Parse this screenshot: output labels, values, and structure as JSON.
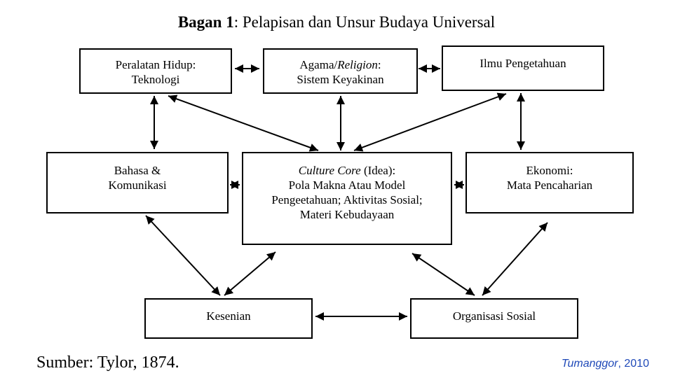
{
  "title": {
    "label": "Bagan 1",
    "separator": ":",
    "text": "Pelapisan dan Unsur Budaya Universal"
  },
  "nodes": {
    "peralatan": {
      "line1": "Peralatan Hidup:",
      "line2": "Teknologi"
    },
    "agama": {
      "line1_a": "Agama/",
      "line1_b": "Religion",
      "line1_c": ":",
      "line2": "Sistem Keyakinan"
    },
    "ilmu": {
      "line1": "Ilmu Pengetahuan"
    },
    "bahasa": {
      "line1": "Bahasa &",
      "line2": "Komunikasi"
    },
    "culture_core": {
      "line1_a": "Culture Core",
      "line1_b": " (Idea):",
      "line2": "Pola Makna Atau Model",
      "line3": "Pengeetahuan; Aktivitas Sosial;",
      "line4": "Materi Kebudayaan"
    },
    "ekonomi": {
      "line1": "Ekonomi:",
      "line2": "Mata Pencaharian"
    },
    "kesenian": {
      "line1": "Kesenian"
    },
    "organisasi": {
      "line1": "Organisasi Sosial"
    }
  },
  "source": "Sumber: Tylor, 1874.",
  "credit": {
    "author": "Tumanggor",
    "year": ", 2010"
  },
  "connections": [
    {
      "from": "peralatan",
      "to": "agama"
    },
    {
      "from": "agama",
      "to": "ilmu"
    },
    {
      "from": "peralatan",
      "to": "bahasa"
    },
    {
      "from": "ilmu",
      "to": "ekonomi"
    },
    {
      "from": "peralatan",
      "to": "culture_core"
    },
    {
      "from": "agama",
      "to": "culture_core"
    },
    {
      "from": "ilmu",
      "to": "culture_core"
    },
    {
      "from": "bahasa",
      "to": "culture_core"
    },
    {
      "from": "ekonomi",
      "to": "culture_core"
    },
    {
      "from": "bahasa",
      "to": "kesenian"
    },
    {
      "from": "culture_core",
      "to": "kesenian"
    },
    {
      "from": "culture_core",
      "to": "organisasi"
    },
    {
      "from": "ekonomi",
      "to": "organisasi"
    },
    {
      "from": "kesenian",
      "to": "organisasi"
    }
  ],
  "colors": {
    "line": "#000000",
    "credit": "#1f49b8"
  }
}
